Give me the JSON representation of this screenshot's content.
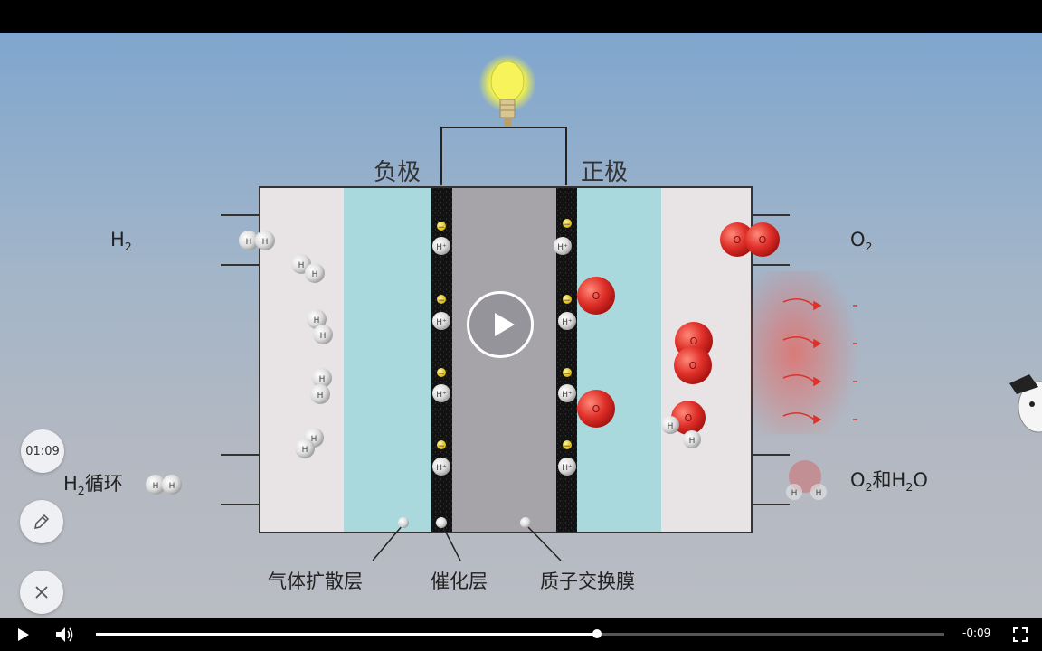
{
  "diagram": {
    "anode_label": "负极",
    "cathode_label": "正极",
    "h2_in_label": "H",
    "h2_in_sub": "2",
    "o2_in_label": "O",
    "o2_in_sub": "2",
    "recycle_label_h": "H",
    "recycle_label_sub": "2",
    "recycle_label_rest": "循环",
    "exhaust_o": "O",
    "exhaust_sub1": "2",
    "exhaust_mid": "和H",
    "exhaust_sub2": "2",
    "exhaust_end": "O",
    "layer_gas_diffusion": "气体扩散层",
    "layer_catalyst": "催化层",
    "layer_membrane": "质子交换膜",
    "hydrogen_atom": "H",
    "oxygen_atom": "O",
    "proton": "H⁺",
    "electron": "−"
  },
  "overlay": {
    "time_badge": "01:09",
    "play_icon": "play-icon",
    "edit_icon": "pencil-icon",
    "close_icon": "close-icon"
  },
  "player": {
    "remaining_time": "-0:09",
    "progress_fraction": 0.591,
    "play_button_icon": "play-icon",
    "volume_icon": "speaker-icon",
    "fullscreen_icon": "fullscreen-icon"
  },
  "colors": {
    "hydrogen": "#e8e8e8",
    "oxygen": "#e0302a",
    "diffusion_layer": "#a9d9dc",
    "membrane": "#a7a4a9",
    "catalyst": "#111111",
    "bulb_glow": "#f4f25a"
  }
}
